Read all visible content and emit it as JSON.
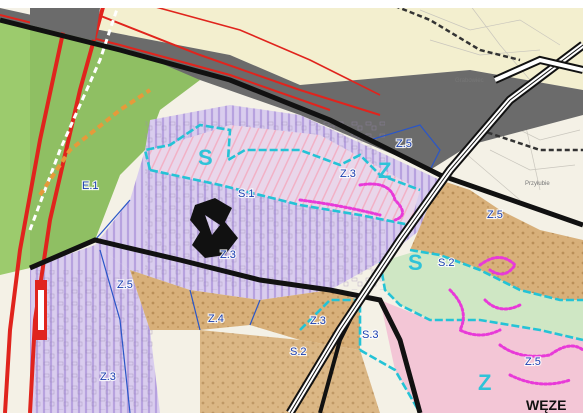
{
  "map": {
    "labels": {
      "e1": "E.1",
      "s1": "S.1",
      "z3_center": "Z.3",
      "z3_upper": "Z.3",
      "z5_top": "Z.5",
      "z5_left": "Z.5",
      "z5_right": "Z.5",
      "z4": "Z.4",
      "z3_mid": "Z.3",
      "s2_right": "S.2",
      "s2_bottom": "S.2",
      "s3": "S.3",
      "z3_bottom": "Z.3",
      "z5_bottom_right": "Z.5",
      "big_s_top": "S",
      "big_z_top": "Z",
      "big_s_right": "S",
      "big_z_bottom": "Z",
      "place_top": "Grabowiec",
      "place_right": "Przyłubie",
      "corner": "WĘZE"
    },
    "colors": {
      "forest_green": "#8fbf63",
      "residential_lilac": "#d9cdee",
      "hatch_purple": "#b7a2df",
      "orange_zone": "#d8b07a",
      "pink_zone": "#f3c6d6",
      "boundary_cyan": "#24c3d6",
      "road_black": "#111111",
      "rail_red": "#e0241d",
      "gray_band": "#6b6b6b",
      "magenta_dots": "#e83ad8"
    }
  }
}
